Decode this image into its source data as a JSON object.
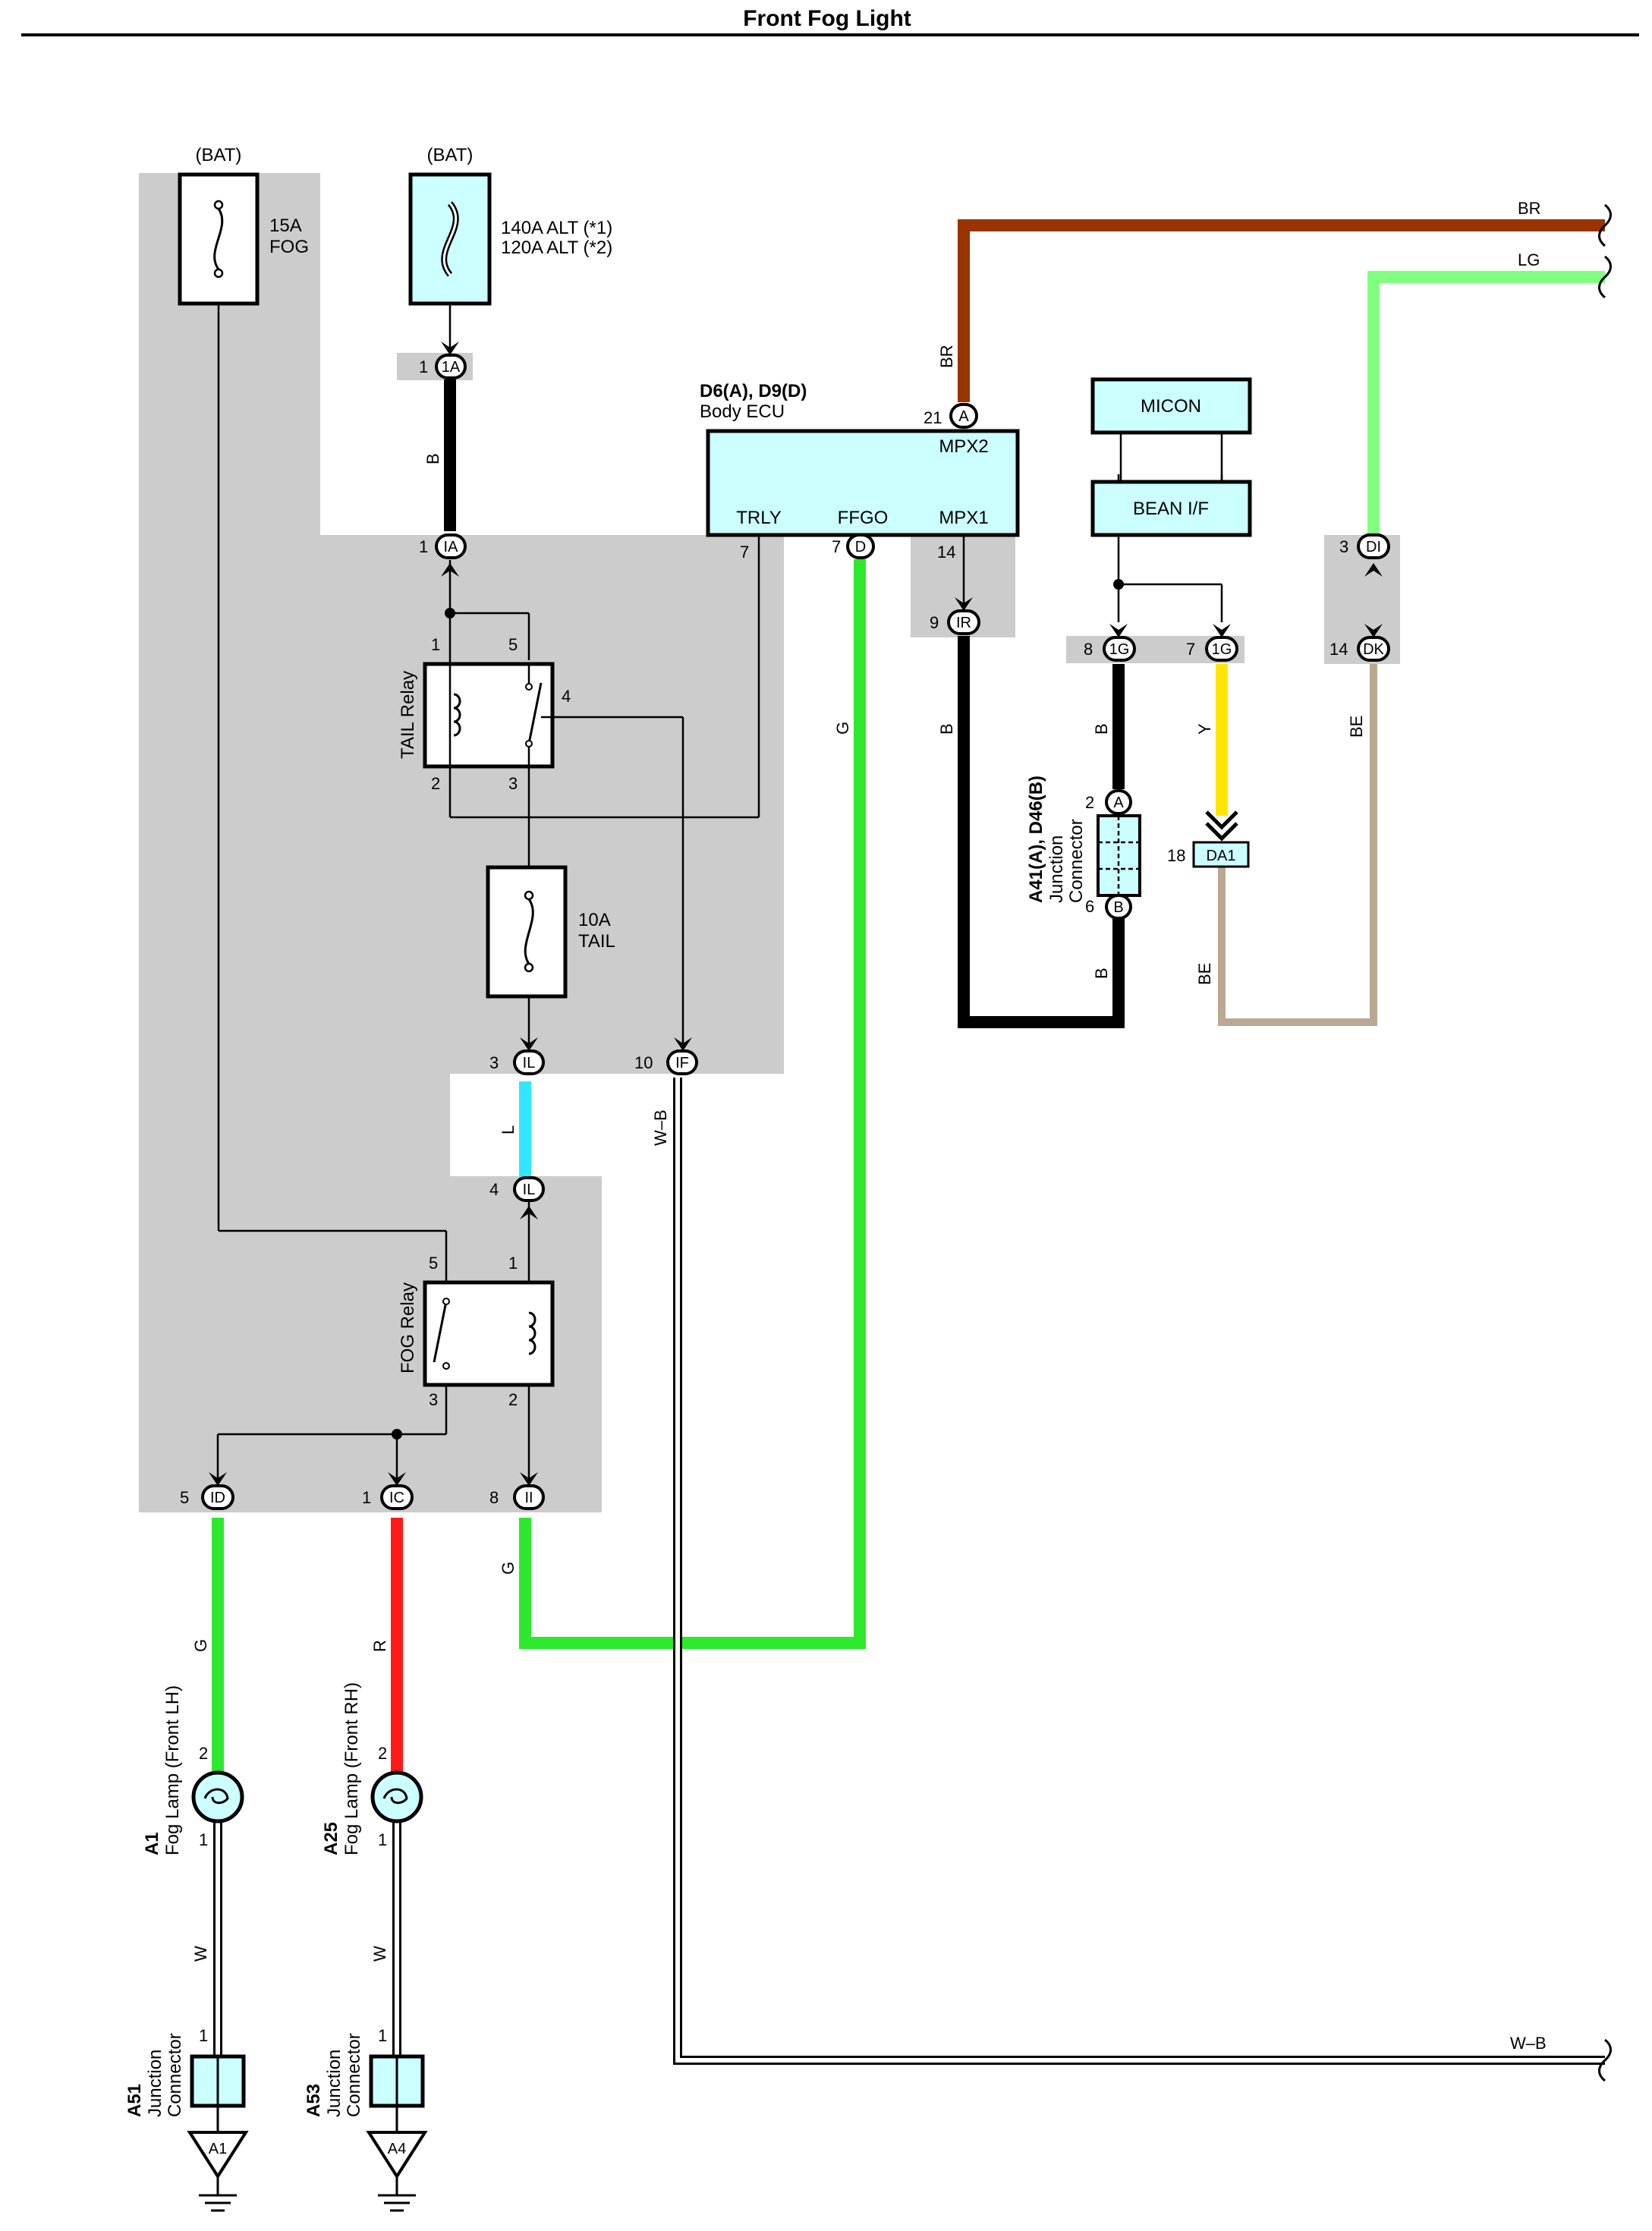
{
  "title": "Front Fog Light",
  "colors": {
    "brown": "#993300",
    "light_green": "#80ff80",
    "green": "#2ee82e",
    "black": "#000000",
    "blue": "#33e6ff",
    "yellow": "#ffe600",
    "beige": "#bba892",
    "red": "#ff1a1a",
    "component_fill": "#ccffff",
    "junction_block_gray": "#cccccc"
  },
  "power": {
    "bat_left": "(BAT)",
    "bat_right": "(BAT)",
    "fuse_fog_amp": "15A",
    "fuse_fog_name": "FOG",
    "fuse_alt_line1": "140A ALT (*1)",
    "fuse_alt_line2": "120A ALT (*2)",
    "fuse_tail_amp": "10A",
    "fuse_tail_name": "TAIL"
  },
  "ecu": {
    "code": "D6(A), D9(D)",
    "name": "Body ECU",
    "terminal_mpx2": "MPX2",
    "terminal_trly": "TRLY",
    "terminal_ffgo": "FFGO",
    "terminal_mpx1": "MPX1"
  },
  "micon": {
    "label": "MICON"
  },
  "bean": {
    "label": "BEAN I/F"
  },
  "relays": {
    "tail": "TAIL Relay",
    "fog": "FOG Relay"
  },
  "junction_connector": {
    "code": "A41(A), D46(B)",
    "line1": "Junction",
    "line2": "Connector"
  },
  "lamps": {
    "lh_code": "A1",
    "lh_name": "Fog Lamp (Front LH)",
    "rh_code": "A25",
    "rh_name": "Fog Lamp (Front RH)"
  },
  "grounds": {
    "left_code": "A51",
    "right_code": "A53",
    "line1": "Junction",
    "line2": "Connector",
    "left_point": "A1",
    "right_point": "A4"
  },
  "connectors": {
    "c1A": "1A",
    "cIA": "IA",
    "cIL": "IL",
    "cIF": "IF",
    "cIR": "IR",
    "cD": "D",
    "cA": "A",
    "c1G": "1G",
    "cDI": "DI",
    "cDK": "DK",
    "cDA1": "DA1",
    "cID": "ID",
    "cIC": "IC",
    "cII": "II",
    "cB": "B"
  },
  "pins": {
    "p1": "1",
    "p2": "2",
    "p3": "3",
    "p4": "4",
    "p5": "5",
    "p6": "6",
    "p7": "7",
    "p8": "8",
    "p9": "9",
    "p10": "10",
    "p14": "14",
    "p18": "18",
    "p21": "21"
  },
  "wire_colors": {
    "BR": "BR",
    "LG": "LG",
    "B": "B",
    "G": "G",
    "Y": "Y",
    "BE": "BE",
    "L": "L",
    "W_B": "W–B",
    "R": "R",
    "W": "W"
  }
}
